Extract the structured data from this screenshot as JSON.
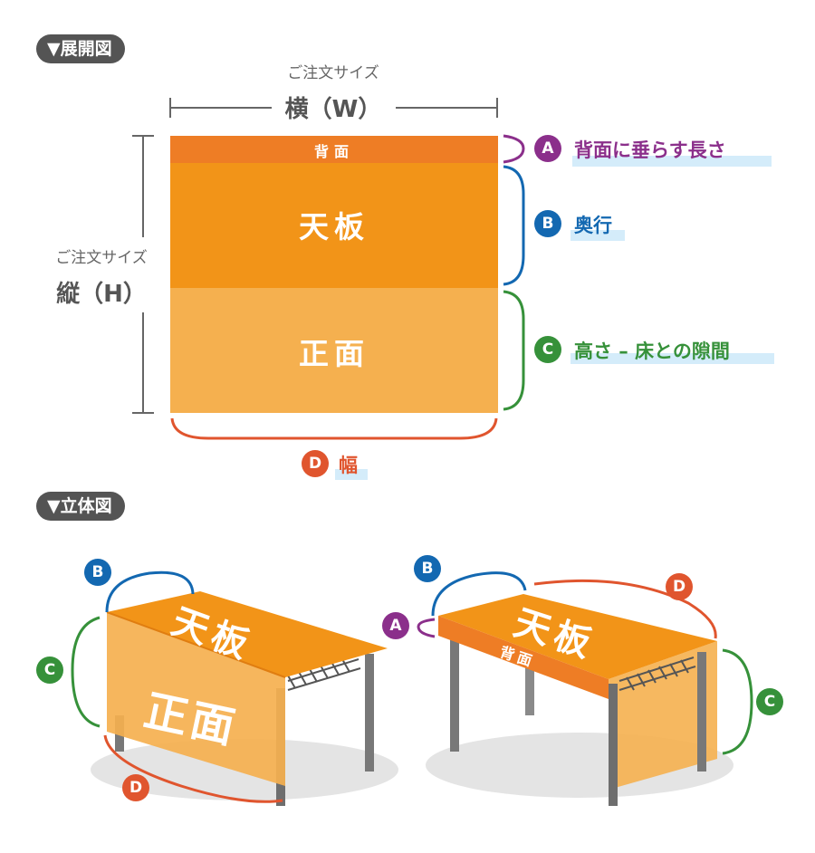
{
  "colors": {
    "orange_dark": "#ee7d25",
    "orange": "#f29418",
    "orange_light": "#f5b04f",
    "purple": "#8b2f8b",
    "blue": "#1368b1",
    "green": "#36913a",
    "red": "#e0552e",
    "highlight": "#d4ecfa"
  },
  "sections": {
    "development": "▼展開図",
    "iso": "▼立体図"
  },
  "dims": {
    "width_caption": "ご注文サイズ",
    "width_label": "横（W）",
    "height_caption": "ご注文サイズ",
    "height_label": "縦（H）"
  },
  "panels": {
    "back": "背面",
    "top": "天板",
    "front": "正面"
  },
  "callouts": {
    "a": {
      "letter": "A",
      "text": "背面に垂らす長さ"
    },
    "b": {
      "letter": "B",
      "text": "奥行"
    },
    "c": {
      "letter": "C",
      "text": "高さ – 床との隙間"
    },
    "d": {
      "letter": "D",
      "text": "幅"
    }
  },
  "iso_left": {
    "top": "天板",
    "front": "正面",
    "b": "B",
    "c": "C",
    "d": "D"
  },
  "iso_right": {
    "top": "天板",
    "back": "背面",
    "a": "A",
    "b": "B",
    "c": "C",
    "d": "D"
  }
}
